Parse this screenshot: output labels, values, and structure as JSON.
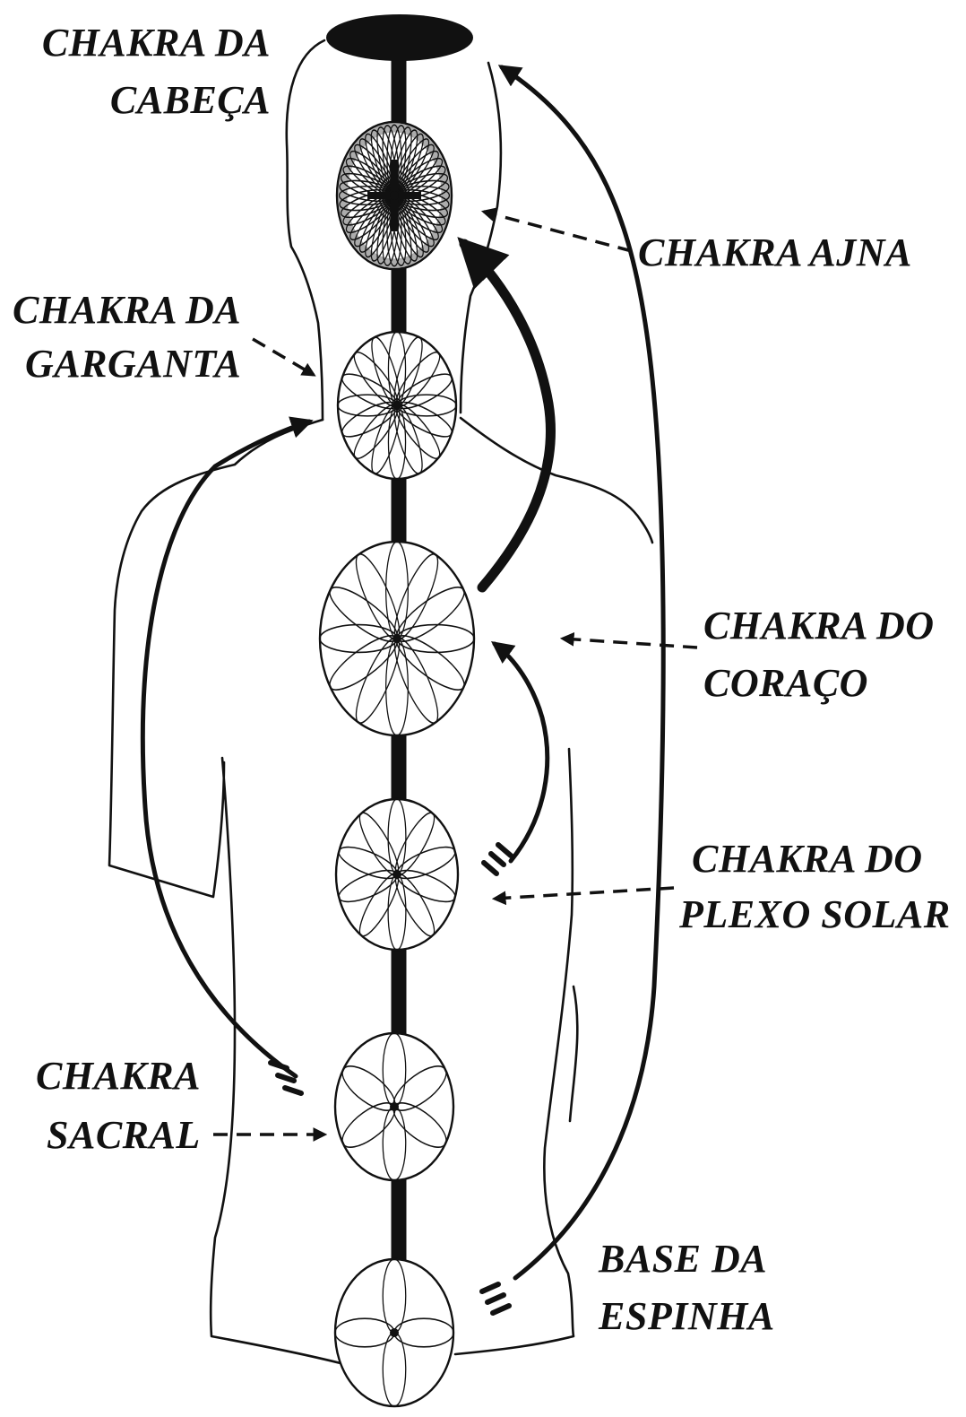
{
  "colors": {
    "ink": "#111111",
    "background": "#ffffff"
  },
  "labels": {
    "cabeca": [
      "CHAKRA DA",
      "CABEÇA"
    ],
    "ajna": [
      "CHAKRA  AJNA"
    ],
    "garganta": [
      "CHAKRA DA",
      "GARGANTA"
    ],
    "coracao": [
      "CHAKRA DO",
      "CORAÇO"
    ],
    "plexo": [
      "CHAKRA  DO",
      "PLEXO SOLAR"
    ],
    "sacral": [
      "CHAKRA",
      "SACRAL"
    ],
    "base": [
      "BASE DA",
      "ESPINHA"
    ]
  },
  "chakras": [
    {
      "name": "chakra-da-cabeca",
      "petals": 0
    },
    {
      "name": "chakra-ajna",
      "petals": 48
    },
    {
      "name": "chakra-da-garganta",
      "petals": 16
    },
    {
      "name": "chakra-do-coracao",
      "petals": 12
    },
    {
      "name": "chakra-do-plexo-solar",
      "petals": 10
    },
    {
      "name": "chakra-sacral",
      "petals": 6
    },
    {
      "name": "base-da-espinha",
      "petals": 4
    }
  ]
}
